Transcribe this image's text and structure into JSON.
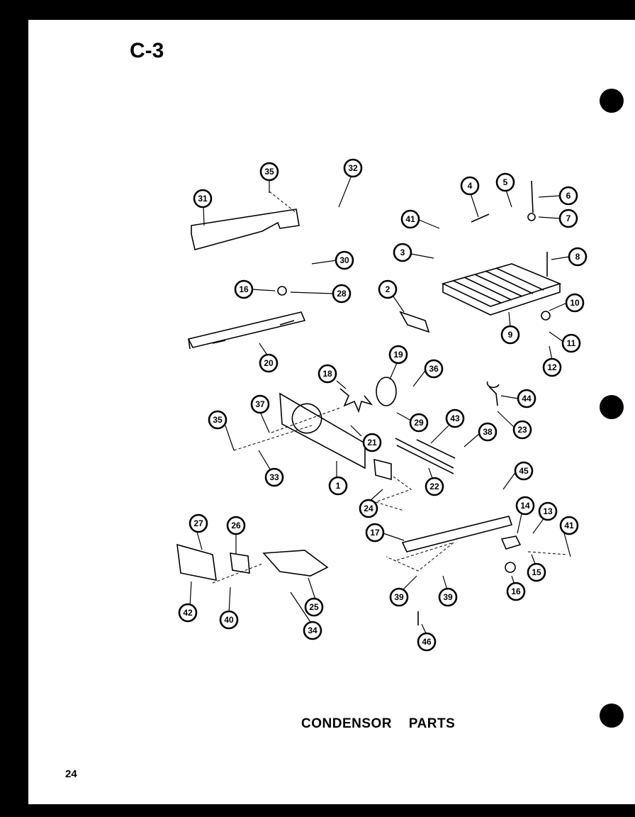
{
  "page": {
    "section_code": "C-3",
    "title": "CONDENSOR PARTS",
    "page_number": "24"
  },
  "callouts": [
    {
      "label": "35"
    },
    {
      "label": "32"
    },
    {
      "label": "31"
    },
    {
      "label": "4"
    },
    {
      "label": "5"
    },
    {
      "label": "6"
    },
    {
      "label": "41"
    },
    {
      "label": "7"
    },
    {
      "label": "3"
    },
    {
      "label": "30"
    },
    {
      "label": "8"
    },
    {
      "label": "16"
    },
    {
      "label": "28"
    },
    {
      "label": "2"
    },
    {
      "label": "10"
    },
    {
      "label": "9"
    },
    {
      "label": "11"
    },
    {
      "label": "20"
    },
    {
      "label": "12"
    },
    {
      "label": "19"
    },
    {
      "label": "18"
    },
    {
      "label": "36"
    },
    {
      "label": "44"
    },
    {
      "label": "37"
    },
    {
      "label": "35"
    },
    {
      "label": "29"
    },
    {
      "label": "43"
    },
    {
      "label": "23"
    },
    {
      "label": "21"
    },
    {
      "label": "38"
    },
    {
      "label": "33"
    },
    {
      "label": "1"
    },
    {
      "label": "22"
    },
    {
      "label": "45"
    },
    {
      "label": "24"
    },
    {
      "label": "14"
    },
    {
      "label": "13"
    },
    {
      "label": "27"
    },
    {
      "label": "26"
    },
    {
      "label": "17"
    },
    {
      "label": "41"
    },
    {
      "label": "15"
    },
    {
      "label": "16"
    },
    {
      "label": "39"
    },
    {
      "label": "39"
    },
    {
      "label": "25"
    },
    {
      "label": "42"
    },
    {
      "label": "40"
    },
    {
      "label": "34"
    },
    {
      "label": "46"
    }
  ]
}
